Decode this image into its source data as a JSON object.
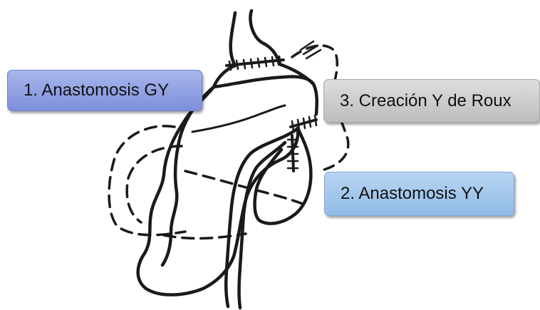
{
  "labels": {
    "gy": "1. Anastomosis GY",
    "yy": "2. Anastomosis YY",
    "roux": "3. Creación Y de Roux"
  },
  "colors": {
    "gy_box": "#8c9de2",
    "yy_box": "#9fc5ec",
    "roux_box": "#cccccc",
    "line": "#1a1a1a"
  }
}
